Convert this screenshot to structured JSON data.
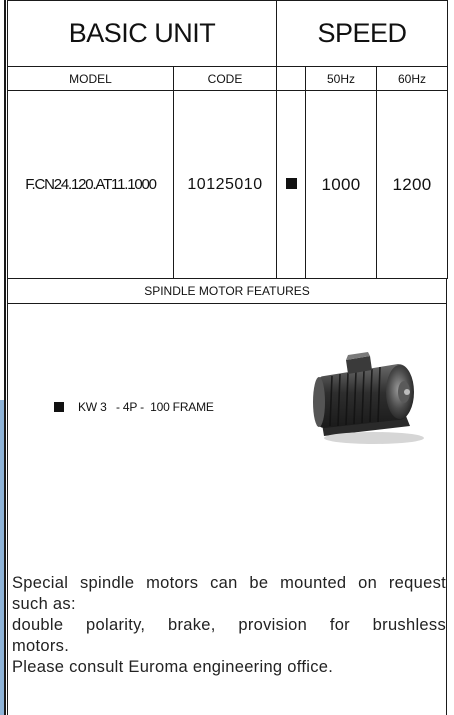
{
  "header": {
    "basic_unit": "BASIC UNIT",
    "speed": "SPEED"
  },
  "columns": {
    "model": "MODEL",
    "code": "CODE",
    "hz50": "50Hz",
    "hz60": "60Hz"
  },
  "row": {
    "model": "F.CN24.120.AT11.1000",
    "code": "10125010",
    "marker_icon": "black-square",
    "speed_50hz": "1000",
    "speed_60hz": "1200"
  },
  "features": {
    "title": "SPINDLE MOTOR FEATURES",
    "item_icon": "black-square",
    "item": "KW 3   - 4P -  100 FRAME",
    "image": "electric-motor-photo"
  },
  "note": {
    "line1": "Special spindle motors can be mounted on request",
    "line2": "such as:",
    "line3": "double polarity, brake, provision for brushless",
    "line4": "motors.",
    "line5": "Please consult Euroma engineering office."
  },
  "colors": {
    "border": "#1a1a1a",
    "left_accent": "#8fb4d8"
  }
}
